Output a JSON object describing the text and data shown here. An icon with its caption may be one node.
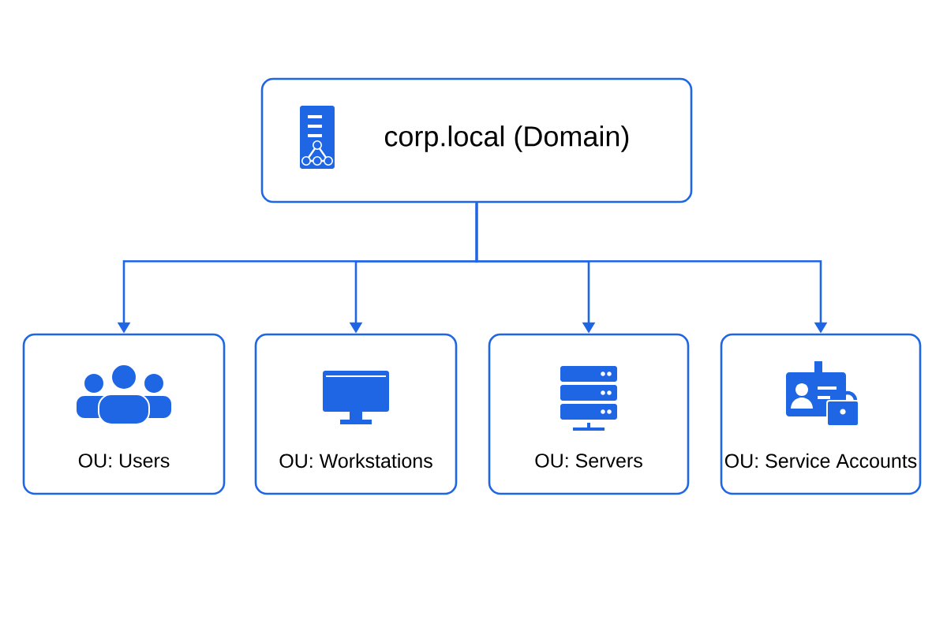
{
  "diagram": {
    "nodes": [
      {
        "text": [
          "corp.local (Domain)"
        ]
      },
      {
        "text": [
          "OU: Users"
        ]
      },
      {
        "text": [
          "OU: Workstations"
        ]
      },
      {
        "text": [
          "OU: Servers"
        ]
      },
      {
        "text": [
          "OU: Service Accounts"
        ]
      }
    ],
    "edges": [
      {
        "from": 0,
        "to": 1,
        "arrow": "to"
      },
      {
        "from": 0,
        "to": 2,
        "arrow": "to"
      },
      {
        "from": 0,
        "to": 3,
        "arrow": "to"
      },
      {
        "from": 0,
        "to": 4,
        "arrow": "to"
      }
    ]
  }
}
